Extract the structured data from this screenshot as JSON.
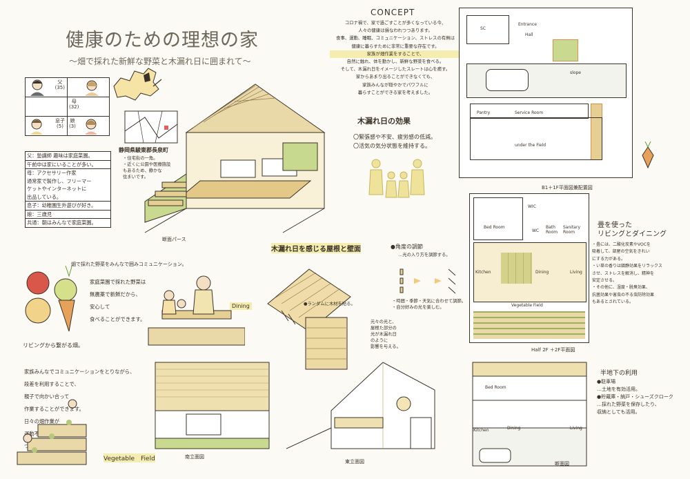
{
  "title": "健康のための理想の家",
  "subtitle": "〜畑で採れた新鮮な野菜と木漏れ日に囲まれて〜",
  "concept": {
    "heading": "CONCEPT",
    "lines": [
      "コロナ禍で、家で過ごすことが多くなっている今、",
      "人々の健康は損なわれつつあります。",
      "食事、運動、睡眠、コミュニケーション、ストレスの有無は",
      "健康に暮らすために非常に重要な存在です。",
      "家族が畑作業をすることで、",
      "自然に触れ、体を動かし、新鮮な野菜を食べる。",
      "そして、木漏れ日をイメージしたスレートは心を癒す。",
      "家からあまり出ることができなくても、",
      "家族みんなが穏やかでパワフルに",
      "暮らすことができる家を考えました。"
    ]
  },
  "family": {
    "father": "父\n(35)",
    "mother": "母\n(32)",
    "son": "息子\n(5)",
    "daughter": "娘\n(3)",
    "info": [
      "父：塾講師 趣味は家庭菜園。",
      "午前中は家にいることが多い。",
      "母：アクセサリー作家",
      "通常家で製作し、フリーマー",
      "ケットやインターネットに",
      "出品している。",
      "息子：幼稚園生外遊びが好き。",
      "娘：三歳児",
      "共通：朝はみんなで家庭菜園。"
    ]
  },
  "location": {
    "label": "静岡県駿東郡長泉町",
    "note": "・住宅街の一角。\n・近くに公園や医療施設\nもあるため、静かな\n住まいです。"
  },
  "section_perspective_caption": "断面パース",
  "komorebi": {
    "heading": "木漏れ日の効果",
    "items": [
      "〇緊張感や不安、疲労感の低減。",
      "〇活気の気分状態を維持する。"
    ]
  },
  "roof_wall": {
    "heading": "木漏れ日を感じる屋根と壁面",
    "random": "●ランダムに木材を貼る。",
    "shadow_note": "元々の光と、\n屋根た部分の\n光が木漏れ日\nのように\n影響を与える。"
  },
  "angle": {
    "heading": "●角度の調節",
    "sub": "…光の入り方を調節する。",
    "note": "・時間・季節・天気に合わせて調節。\n・自分好みの光を楽しむ。"
  },
  "siteplan": {
    "caption": "B1＋1F平面図兼配置図",
    "labels": {
      "sc": "SC",
      "entrance": "Entrance",
      "hall": "Hall",
      "slope": "slope",
      "pantry": "Pantry",
      "service": "Service Room",
      "field": "under the Field"
    }
  },
  "floor2": {
    "caption": "Half 2F ＋2F平面図",
    "labels": {
      "wic": "WIC",
      "bedroom": "Bed Room",
      "wc": "WC",
      "bath": "Bath\nRoom",
      "sanitary": "Sanitary\nRoom",
      "kitchen": "Kitchen",
      "dining": "Dining",
      "living": "Living",
      "vfield": "Vegetable Field"
    }
  },
  "tatami": {
    "heading": "畳を使った\nリビングとダイニング",
    "text": "・畳には、二酸化炭素やVOCを\n吸着して、部屋の空気をきれい\nにする力がある。\n・い草の香りは鎮静効果をリラックス\nさせ、ストレスを解消し、精神を\n安定させる。\n・その他に、湿度・脱臭効果、\n抗菌効果や害虫の不る虫防除効果\nもあるとされている。"
  },
  "dining_comm": {
    "lead": "畑で採れた野菜をみんなで囲みコミュニケーション。",
    "text": "家庭菜園で採れた野菜は\n無農薬で新鮮だから、\n安心して\n食べることができます。",
    "label": "Dining",
    "living_field": "リビングから繋がる畑。"
  },
  "steps": {
    "text": "家族みんなでコミュニケーションをとりながら、\n段差を利用することで、\n親子で向かい合って\n作業することができます。\n日々の畑作業が\n運動不足解消に\nつながります。",
    "label": "Vegetable　Field"
  },
  "elevations": {
    "south": "南立面図",
    "east": "東立面図",
    "section": "断面図",
    "sec_labels": {
      "bedroom": "Bed Room",
      "kitchen": "Kitchen",
      "dining": "Dining",
      "living": "Living"
    }
  },
  "semibasement": {
    "heading": "半地下の利用",
    "items": [
      "●駐車場",
      "…土地を有効活用。",
      "●貯蔵庫・納戸・シューズクローク",
      "…採れた野菜を保存したり、\n収納としても活用。"
    ]
  },
  "colors": {
    "pencil": "#3a3128",
    "wood": "#e6cf93",
    "green": "#c9d98f",
    "highlight": "#f5ecb0",
    "accent": "#e6a25a"
  }
}
